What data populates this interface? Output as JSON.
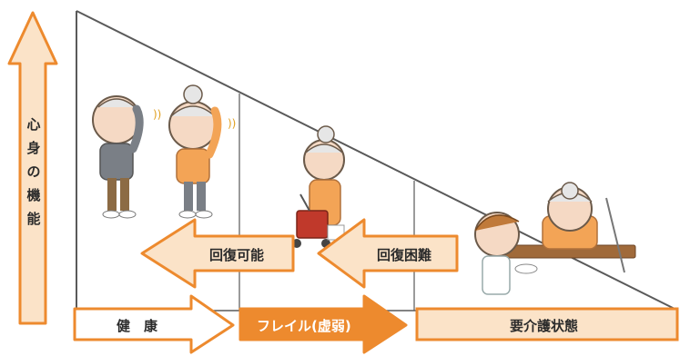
{
  "axis_label": [
    "心",
    "身",
    "の",
    "機",
    "能"
  ],
  "stages": {
    "healthy": "健　康",
    "frailty": "フレイル(虚弱)",
    "care": "要介護状態"
  },
  "arrows": {
    "recoverable": "回復可能",
    "hard_to_recover": "回復困難"
  },
  "colors": {
    "orange": "#ED8A2E",
    "light_orange": "#FBE3C8",
    "line": "#5a5a5a"
  }
}
